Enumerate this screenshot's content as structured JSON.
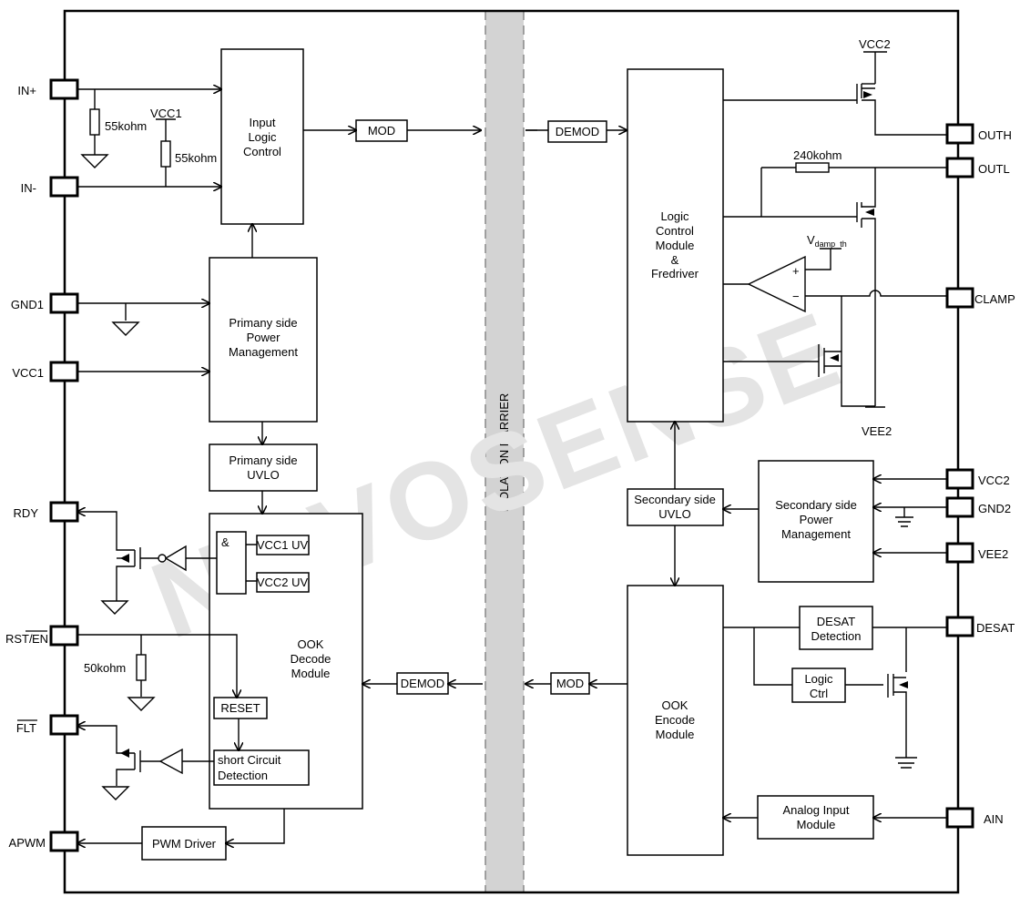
{
  "watermark": "NOVOSENSE",
  "barrier_label": "ISOLATION DARRIER",
  "pins_left": {
    "in_plus": "IN+",
    "in_minus": "IN-",
    "gnd1": "GND1",
    "vcc1": "VCC1",
    "rdy": "RDY",
    "rst_en_a": "RST/",
    "rst_en_b": "EN",
    "flt": "FLT",
    "apwm": "APWM"
  },
  "pins_right": {
    "outh": "OUTH",
    "outl": "OUTL",
    "clamp": "CLAMP",
    "vcc2": "VCC2",
    "gnd2": "GND2",
    "vee2": "VEE2",
    "desat": "DESAT",
    "ain": "AIN"
  },
  "blocks": {
    "input_logic": [
      "Input",
      "Logic",
      "Control"
    ],
    "mod_left": "MOD",
    "primary_pm": [
      "Primany side",
      "Power",
      "Management"
    ],
    "primary_uvlo": [
      "Primany side",
      "UVLO"
    ],
    "ook_decode": [
      "OOK",
      "Decode",
      "Module"
    ],
    "and_gate": "&",
    "vcc1_uv": "VCC1 UV",
    "vcc2_uv": "VCC2 UV",
    "reset": "RESET",
    "short_circuit": [
      "short Circuit",
      "Detection"
    ],
    "pwm_driver": "PWM Driver",
    "demod_left": "DEMOD",
    "demod_right": "DEMOD",
    "logic_control": [
      "Logic",
      "Control",
      "Module",
      "&",
      "Fredriver"
    ],
    "secondary_uvlo": [
      "Secondary side",
      "UVLO"
    ],
    "secondary_pm": [
      "Secondary side",
      "Power",
      "Management"
    ],
    "ook_encode": [
      "OOK",
      "Encode",
      "Module"
    ],
    "mod_right": "MOD",
    "desat_detection": [
      "DESAT",
      "Detection"
    ],
    "logic_ctrl": [
      "Logic",
      "Ctrl"
    ],
    "analog_input": [
      "Analog Input",
      "Module"
    ]
  },
  "labels": {
    "r1": "55kohm",
    "r2": "55kohm",
    "vcc1_rail": "VCC1",
    "r_rst": "50kohm",
    "vcc2_top": "VCC2",
    "r_outl": "240kohm",
    "vclamp_main": "V",
    "vclamp_sub": "damp_th",
    "vee2_bottom": "VEE2",
    "opamp_plus": "+",
    "opamp_minus": "−"
  },
  "colors": {
    "barrier": "#d3d3d3",
    "watermark": "#e4e4e4",
    "line": "#000000"
  }
}
